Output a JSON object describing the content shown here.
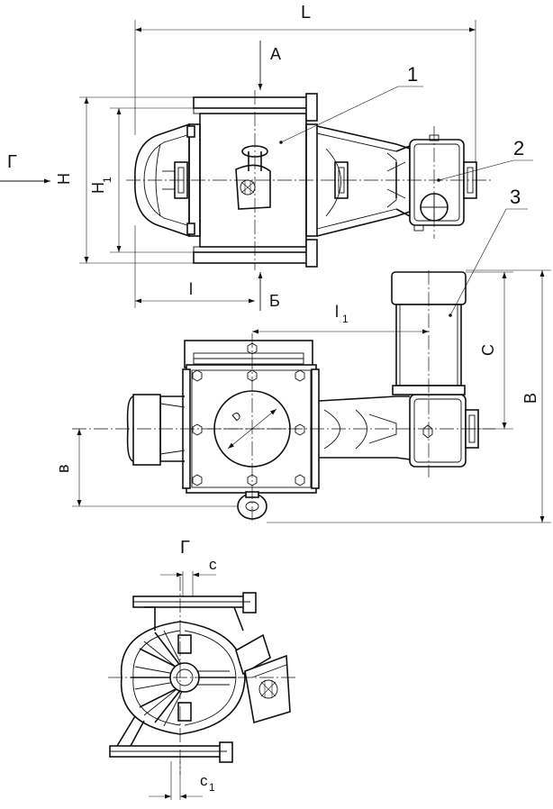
{
  "labels": {
    "L": "L",
    "A": "A",
    "gamma_arrow": "Г",
    "H": "H",
    "H1": "H",
    "H1_sub": "1",
    "l": "l",
    "B_cyr": "Б",
    "l1": "l",
    "l1_sub": "1",
    "C": "C",
    "B": "B",
    "b": "в",
    "D": "D",
    "gamma_view": "Г",
    "c": "c",
    "c1": "c",
    "c1_sub": "1",
    "callout_1": "1",
    "callout_2": "2",
    "callout_3": "3"
  }
}
